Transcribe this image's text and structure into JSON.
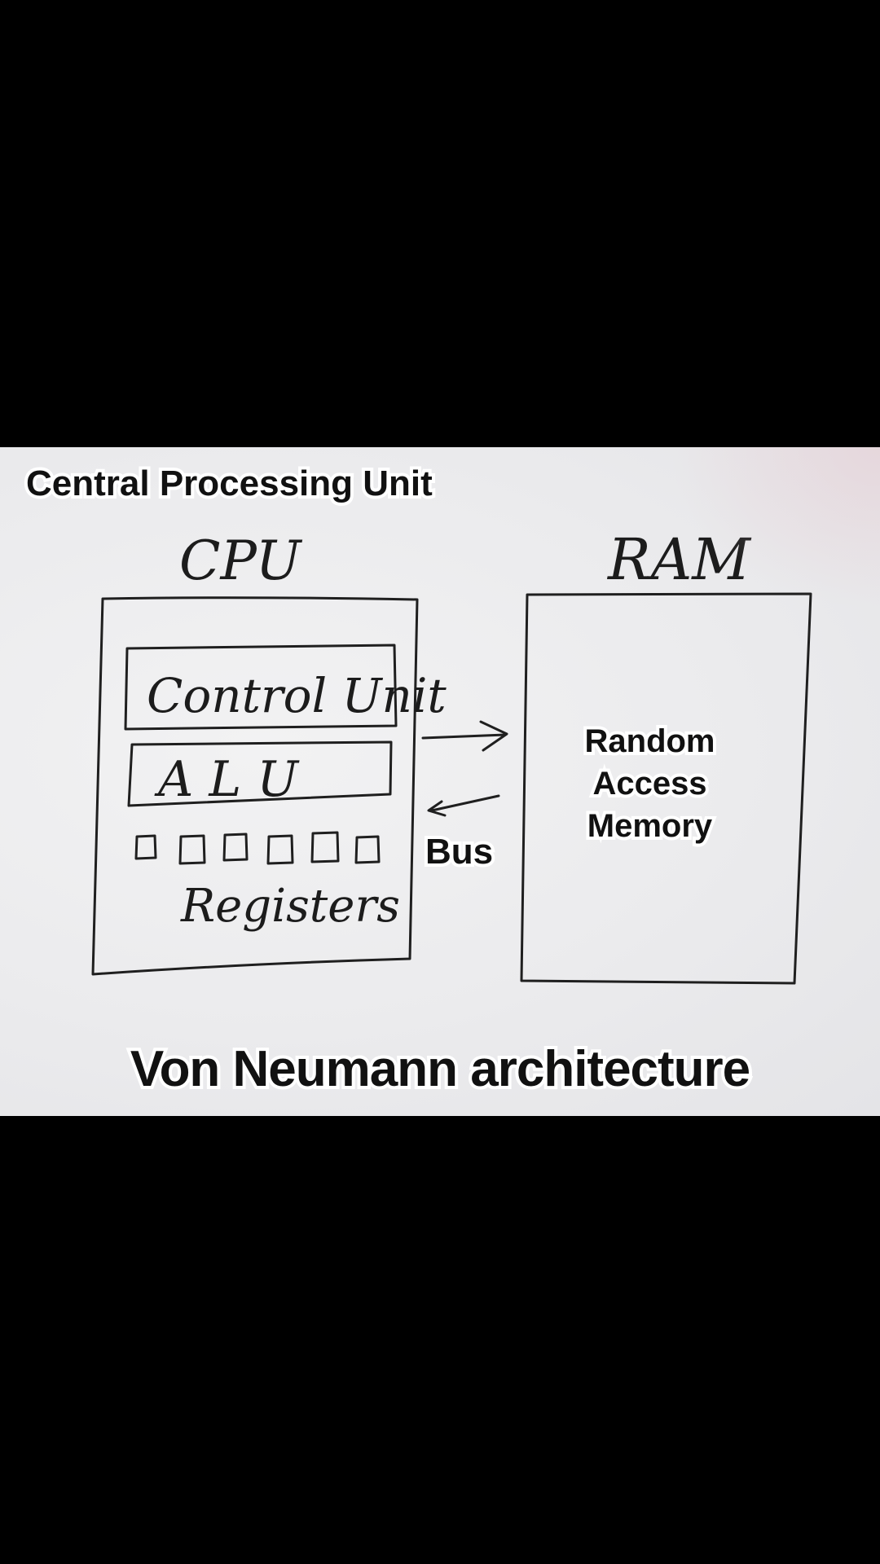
{
  "overlay": {
    "top_caption": "Central Processing Unit",
    "bus_caption": "Bus",
    "ram_caption_lines": [
      "Random",
      "Access",
      "Memory"
    ],
    "bottom_title": "Von Neumann architecture"
  },
  "sketch": {
    "cpu_label": "CPU",
    "ram_label": "RAM",
    "control_unit_label": "Control Unit",
    "alu_label": "A L U",
    "registers_label": "Registers",
    "register_count": 6
  },
  "colors": {
    "letterbox": "#000000",
    "whiteboard": "#ececee",
    "ink": "#1f1f1f",
    "caption_text": "#111111",
    "caption_outline": "#ffffff"
  }
}
